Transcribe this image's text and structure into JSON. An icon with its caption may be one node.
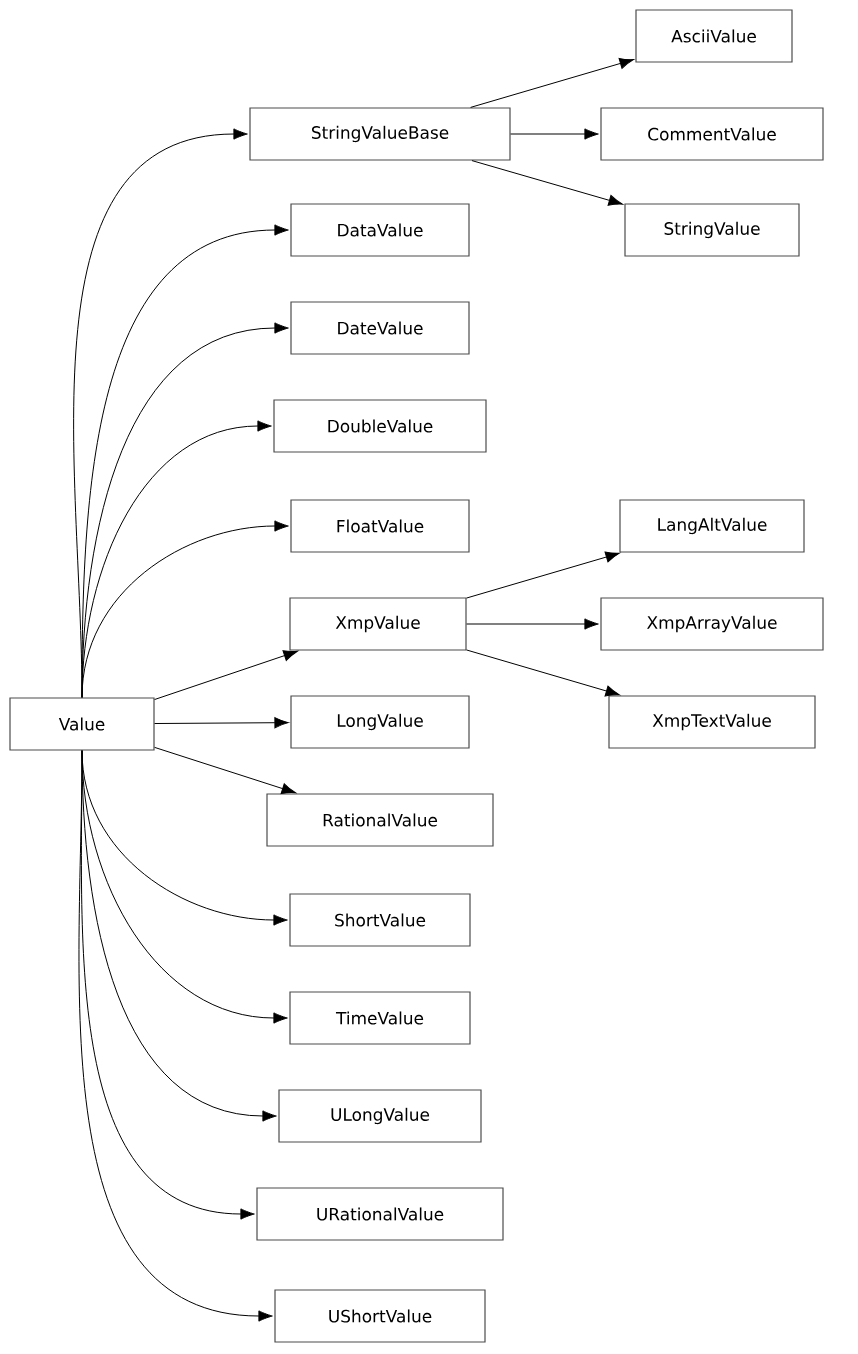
{
  "diagram": {
    "nodes": [
      {
        "text": [
          "Value"
        ]
      },
      {
        "text": [
          "StringValueBase"
        ]
      },
      {
        "text": [
          "AsciiValue"
        ]
      },
      {
        "text": [
          "CommentValue"
        ]
      },
      {
        "text": [
          "StringValue"
        ]
      },
      {
        "text": [
          "DataValue"
        ]
      },
      {
        "text": [
          "DateValue"
        ]
      },
      {
        "text": [
          "DoubleValue"
        ]
      },
      {
        "text": [
          "FloatValue"
        ]
      },
      {
        "text": [
          "XmpValue"
        ]
      },
      {
        "text": [
          "LangAltValue"
        ]
      },
      {
        "text": [
          "XmpArrayValue"
        ]
      },
      {
        "text": [
          "XmpTextValue"
        ]
      },
      {
        "text": [
          "LongValue"
        ]
      },
      {
        "text": [
          "RationalValue"
        ]
      },
      {
        "text": [
          "ShortValue"
        ]
      },
      {
        "text": [
          "TimeValue"
        ]
      },
      {
        "text": [
          "ULongValue"
        ]
      },
      {
        "text": [
          "URationalValue"
        ]
      },
      {
        "text": [
          "UShortValue"
        ]
      }
    ],
    "edges": [
      {
        "from": 0,
        "to": 1,
        "arrow": "to"
      },
      {
        "from": 1,
        "to": 2,
        "arrow": "to"
      },
      {
        "from": 1,
        "to": 3,
        "arrow": "to"
      },
      {
        "from": 1,
        "to": 4,
        "arrow": "to"
      },
      {
        "from": 0,
        "to": 5,
        "arrow": "to"
      },
      {
        "from": 0,
        "to": 6,
        "arrow": "to"
      },
      {
        "from": 0,
        "to": 7,
        "arrow": "to"
      },
      {
        "from": 0,
        "to": 8,
        "arrow": "to"
      },
      {
        "from": 0,
        "to": 9,
        "arrow": "to"
      },
      {
        "from": 9,
        "to": 10,
        "arrow": "to"
      },
      {
        "from": 9,
        "to": 11,
        "arrow": "to"
      },
      {
        "from": 9,
        "to": 12,
        "arrow": "to"
      },
      {
        "from": 0,
        "to": 13,
        "arrow": "to"
      },
      {
        "from": 0,
        "to": 14,
        "arrow": "to"
      },
      {
        "from": 0,
        "to": 15,
        "arrow": "to"
      },
      {
        "from": 0,
        "to": 16,
        "arrow": "to"
      },
      {
        "from": 0,
        "to": 17,
        "arrow": "to"
      },
      {
        "from": 0,
        "to": 18,
        "arrow": "to"
      },
      {
        "from": 0,
        "to": 19,
        "arrow": "to"
      }
    ]
  }
}
